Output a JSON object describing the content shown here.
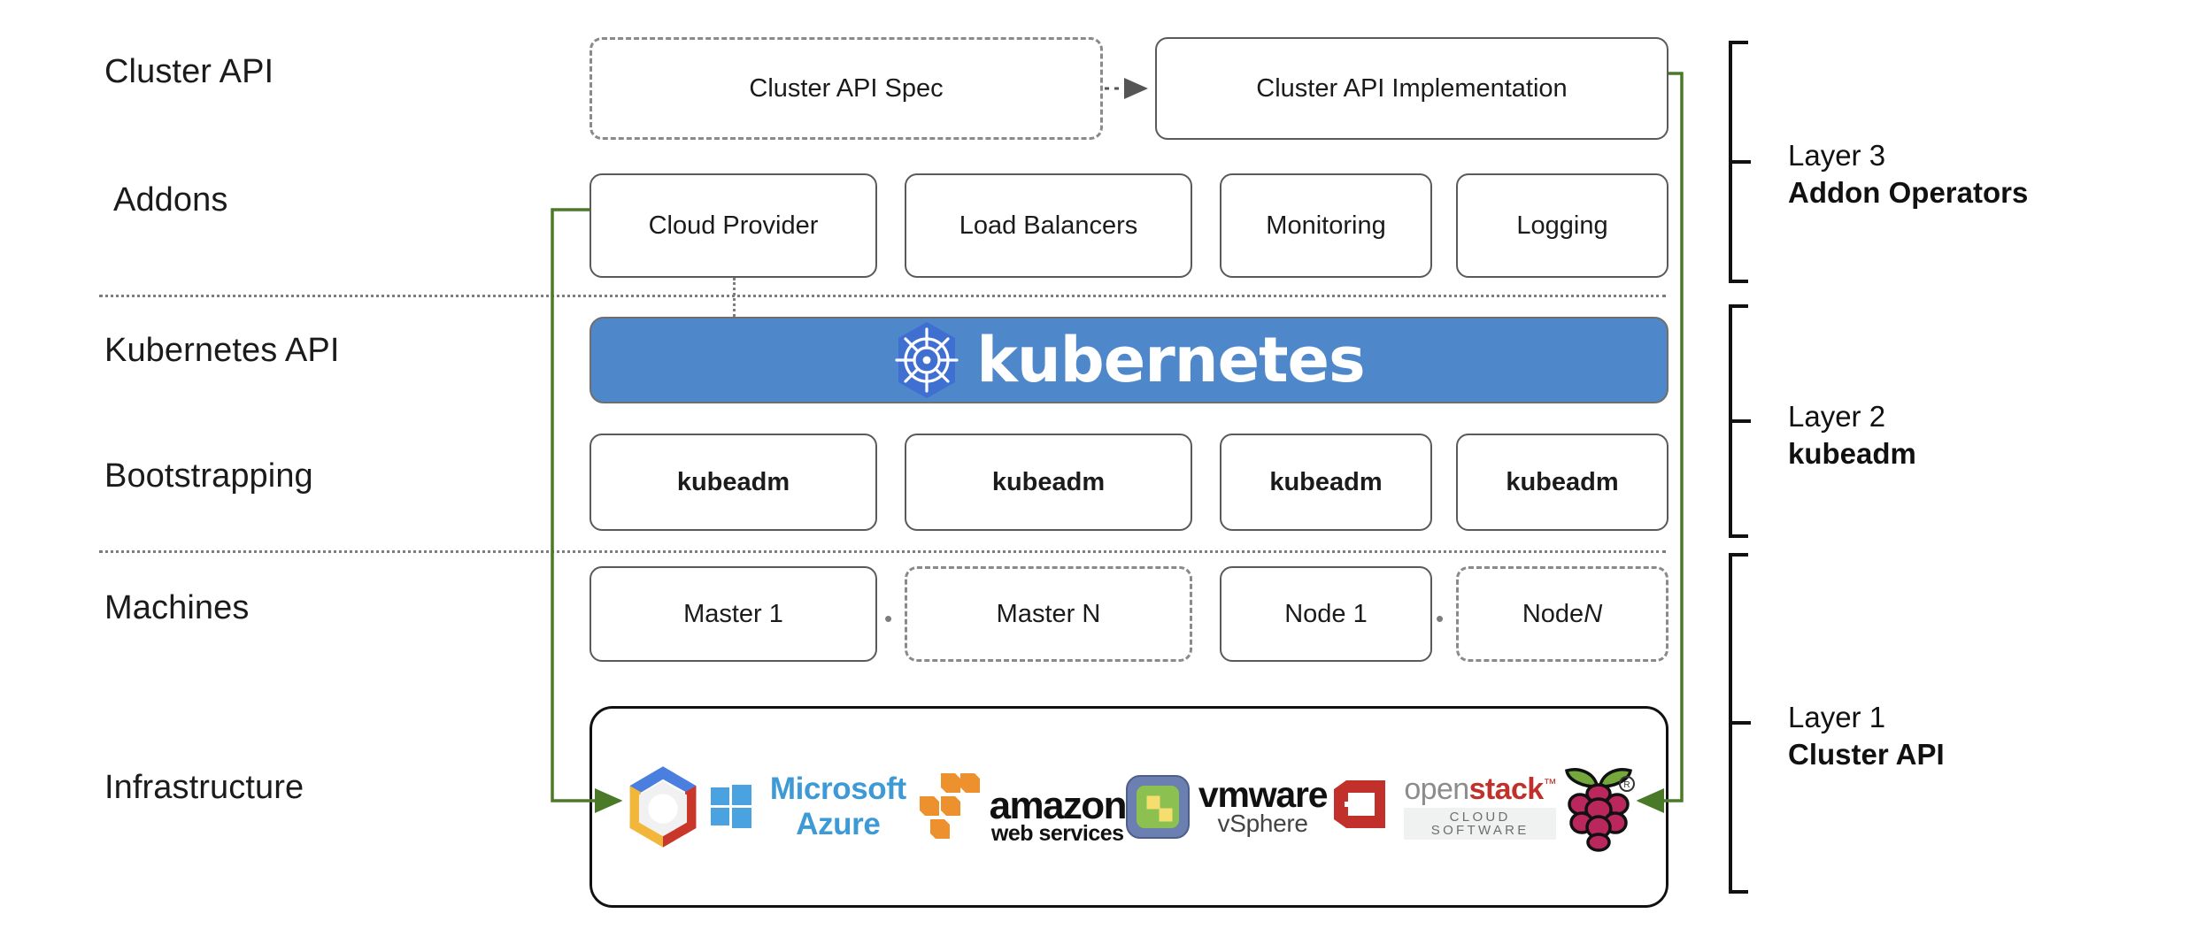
{
  "diagram": {
    "title": "Kubernetes Cluster API layered architecture",
    "accent_green": "#4a7a28",
    "k8s_blue": "#4e87ca",
    "k8s_logo_blue": "#3f6fd0",
    "border_gray": "#5a5a5a",
    "dash_gray": "#8a8a8a"
  },
  "row_labels": [
    {
      "key": "cluster-api",
      "text": "Cluster API"
    },
    {
      "key": "addons",
      "text": "Addons"
    },
    {
      "key": "kubernetes-api",
      "text": "Kubernetes API"
    },
    {
      "key": "bootstrapping",
      "text": "Bootstrapping"
    },
    {
      "key": "machines",
      "text": "Machines"
    },
    {
      "key": "infrastructure",
      "text": "Infrastructure"
    }
  ],
  "cluster_api_row": {
    "spec": {
      "label": "Cluster API Spec",
      "style": "dashed"
    },
    "implementation": {
      "label": "Cluster API Implementation",
      "style": "solid"
    },
    "connector": "dotted-arrow-right"
  },
  "addons_row": {
    "boxes": [
      {
        "label": "Cloud Provider"
      },
      {
        "label": "Load Balancers"
      },
      {
        "label": "Monitoring"
      },
      {
        "label": "Logging"
      }
    ]
  },
  "kubernetes_band": {
    "wordmark": "kubernetes",
    "logo_name": "kubernetes-helm-wheel"
  },
  "bootstrapping_row": {
    "boxes": [
      {
        "label": "kubeadm"
      },
      {
        "label": "kubeadm"
      },
      {
        "label": "kubeadm"
      },
      {
        "label": "kubeadm"
      }
    ]
  },
  "machines_row": {
    "boxes": [
      {
        "label": "Master 1",
        "style": "solid",
        "italic_suffix": ""
      },
      {
        "label": "Master N",
        "style": "dashed",
        "italic_suffix": ""
      },
      {
        "label": "Node 1",
        "style": "solid",
        "italic_suffix": ""
      },
      {
        "label": "Node ",
        "style": "dashed",
        "italic_suffix": "N"
      }
    ],
    "ellipsis": "• • •"
  },
  "infrastructure_row": {
    "providers": [
      {
        "name": "google-cloud-platform",
        "label": ""
      },
      {
        "name": "microsoft-azure",
        "label": "Microsoft Azure"
      },
      {
        "name": "amazon-web-services",
        "label": "amazon",
        "sublabel": "web services"
      },
      {
        "name": "vmware-vsphere",
        "label": "vmware",
        "sublabel": "vSphere"
      },
      {
        "name": "openstack",
        "label_light": "open",
        "label_accent": "stack",
        "sublabel": "CLOUD SOFTWARE"
      },
      {
        "name": "raspberry-pi",
        "label": ""
      }
    ]
  },
  "layers": [
    {
      "key": "layer-3",
      "name": "Layer 3",
      "subtitle": "Addon Operators"
    },
    {
      "key": "layer-2",
      "name": "Layer 2",
      "subtitle": "kubeadm"
    },
    {
      "key": "layer-1",
      "name": "Layer 1",
      "subtitle": "Cluster API"
    }
  ]
}
